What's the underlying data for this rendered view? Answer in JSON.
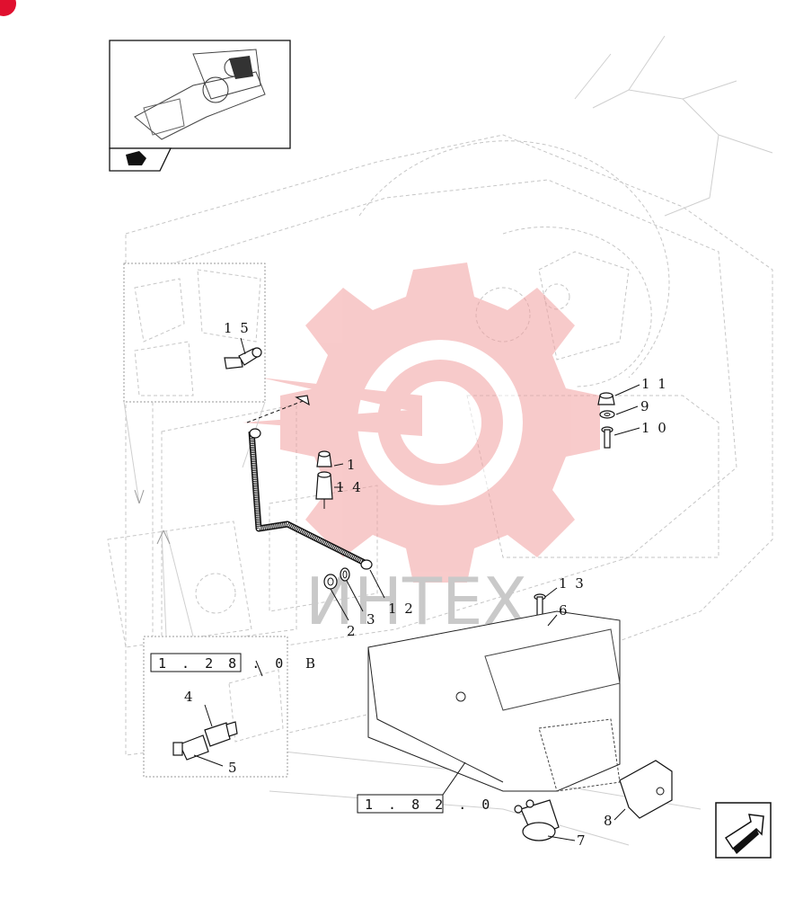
{
  "watermark": {
    "text": "ИНТЕХ",
    "logo_color": "#f2a0a0"
  },
  "reference_boxes": [
    {
      "id": "ref-1-28",
      "label": "1 . 2 8 . 0"
    },
    {
      "id": "ref-1-82",
      "label": "1 . 8 2 . 0"
    }
  ],
  "section_letter": "B",
  "callouts": {
    "c1": "1",
    "c2": "2",
    "c3": "3",
    "c4": "4",
    "c5": "5",
    "c6": "6",
    "c7": "7",
    "c8": "8",
    "c9": "9",
    "c10": "1 0",
    "c11": "1 1",
    "c12": "1 2",
    "c13": "1 3",
    "c14": "1 4",
    "c15": "1 5"
  },
  "icons": [
    "thumbnail-locator",
    "view-direction-icon",
    "next-page-arrow-icon",
    "corner-badge-icon"
  ]
}
